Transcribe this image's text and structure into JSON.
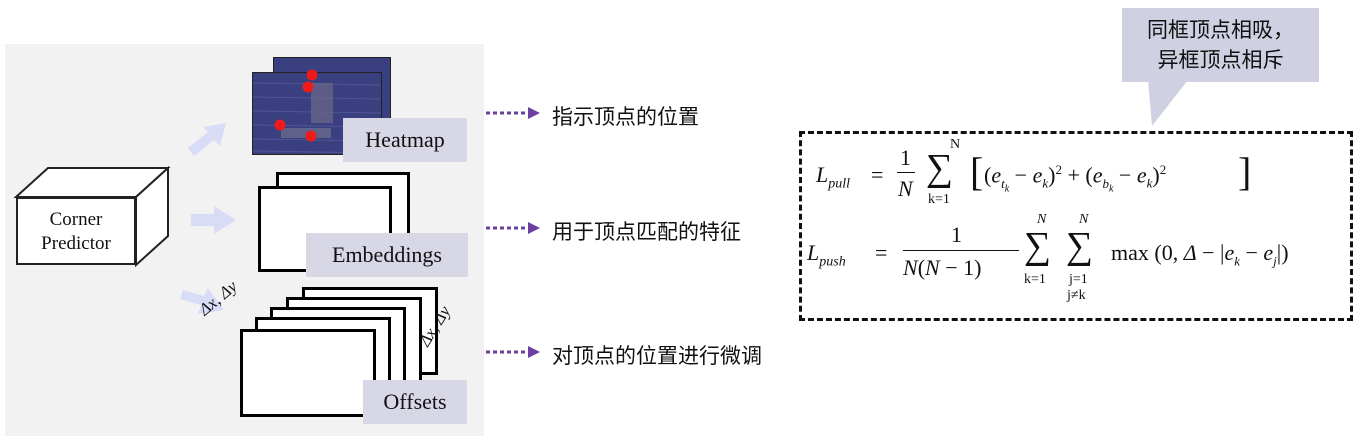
{
  "predictor": {
    "label_line1": "Corner",
    "label_line2": "Predictor"
  },
  "heads": {
    "heatmap": "Heatmap",
    "embeddings": "Embeddings",
    "offsets": "Offsets"
  },
  "offset_labels": {
    "left": "Δx, Δy",
    "right": "Δx, Δy"
  },
  "outputs": {
    "heatmap": "指示顶点的位置",
    "embeddings": "用于顶点匹配的特征",
    "offsets": "对顶点的位置进行微调"
  },
  "callout": {
    "line1": "同框顶点相吸，",
    "line2": "异框顶点相斥"
  },
  "formulas": {
    "pull_lhs": "L_pull",
    "push_lhs": "L_push",
    "pull": "L_pull = (1/N) Σ_{k=1}^{N} [ (e_{t_k} − e_k)^2 + (e_{b_k} − e_k)^2 ]",
    "push": "L_push = 1/(N(N−1)) Σ_{k=1}^{N} Σ_{j=1, j≠k}^{N} max(0, Δ − |e_k − e_j|)"
  },
  "colors": {
    "arrow": "#6a3fa0",
    "tag_bg": "#d7d7e6",
    "callout_bg": "#cfd1e2",
    "heatmap_dot": "#ee1b1b",
    "panel_bg": "#f2f2f2"
  }
}
